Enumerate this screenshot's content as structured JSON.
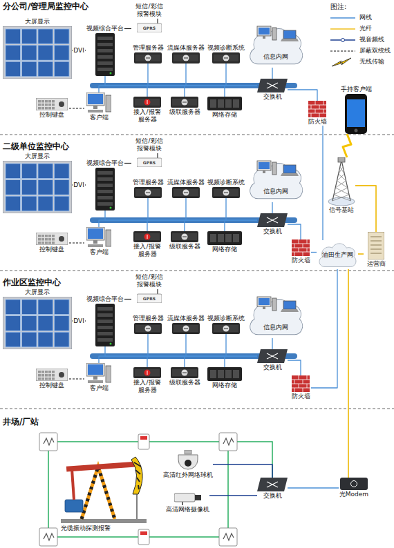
{
  "diagram": {
    "nodes": [
      {
        "text": [
          "分公司/管理局监控中心"
        ]
      },
      {
        "text": [
          "大屏显示"
        ],
        "in": 0
      },
      {
        "text": [
          "视频综合平台"
        ],
        "in": 0
      },
      {
        "text": [
          "短信/彩信 报警模块"
        ],
        "in": 0
      },
      {
        "text": [
          "管理服务器"
        ],
        "in": 0
      },
      {
        "text": [
          "流媒体服务器"
        ],
        "in": 0
      },
      {
        "text": [
          "视频诊断系统"
        ],
        "in": 0
      },
      {
        "text": [
          "信息内网"
        ],
        "in": 0
      },
      {
        "text": [
          "交换机"
        ],
        "in": 0
      },
      {
        "text": [
          "控制键盘"
        ],
        "in": 0
      },
      {
        "text": [
          "客户端"
        ],
        "in": 0
      },
      {
        "text": [
          "接入/报警 服务器"
        ],
        "in": 0
      },
      {
        "text": [
          "级联服务器"
        ],
        "in": 0
      },
      {
        "text": [
          "网络存储"
        ],
        "in": 0
      },
      {
        "text": [
          "防火墙"
        ],
        "in": 0
      },
      {
        "text": [
          "二级单位监控中心"
        ]
      },
      {
        "text": [
          "大屏显示"
        ],
        "in": 15
      },
      {
        "text": [
          "视频综合平台"
        ],
        "in": 15
      },
      {
        "text": [
          "短信/彩信 报警模块"
        ],
        "in": 15
      },
      {
        "text": [
          "管理服务器"
        ],
        "in": 15
      },
      {
        "text": [
          "流媒体服务器"
        ],
        "in": 15
      },
      {
        "text": [
          "视频诊断系统"
        ],
        "in": 15
      },
      {
        "text": [
          "信息内网"
        ],
        "in": 15
      },
      {
        "text": [
          "交换机"
        ],
        "in": 15
      },
      {
        "text": [
          "控制键盘"
        ],
        "in": 15
      },
      {
        "text": [
          "客户端"
        ],
        "in": 15
      },
      {
        "text": [
          "接入/报警 服务器"
        ],
        "in": 15
      },
      {
        "text": [
          "级联服务器"
        ],
        "in": 15
      },
      {
        "text": [
          "网络存储"
        ],
        "in": 15
      },
      {
        "text": [
          "防火墙"
        ],
        "in": 15
      },
      {
        "text": [
          "作业区监控中心"
        ]
      },
      {
        "text": [
          "大屏显示"
        ],
        "in": 30
      },
      {
        "text": [
          "视频综合平台"
        ],
        "in": 30
      },
      {
        "text": [
          "短信/彩信 报警模块"
        ],
        "in": 30
      },
      {
        "text": [
          "管理服务器"
        ],
        "in": 30
      },
      {
        "text": [
          "流媒体服务器"
        ],
        "in": 30
      },
      {
        "text": [
          "视频诊断系统"
        ],
        "in": 30
      },
      {
        "text": [
          "信息内网"
        ],
        "in": 30
      },
      {
        "text": [
          "交换机"
        ],
        "in": 30
      },
      {
        "text": [
          "控制键盘"
        ],
        "in": 30
      },
      {
        "text": [
          "客户端"
        ],
        "in": 30
      },
      {
        "text": [
          "接入/报警 服务器"
        ],
        "in": 30
      },
      {
        "text": [
          "级联服务器"
        ],
        "in": 30
      },
      {
        "text": [
          "网络存储"
        ],
        "in": 30
      },
      {
        "text": [
          "防火墙"
        ],
        "in": 30
      },
      {
        "text": [
          "井场/厂站"
        ]
      },
      {
        "text": [
          "高清红外网络球机"
        ],
        "in": 45
      },
      {
        "text": [
          "高清网络摄像机"
        ],
        "in": 45
      },
      {
        "text": [
          "交换机"
        ],
        "in": 45
      },
      {
        "text": [
          "光Modem"
        ],
        "in": 45
      },
      {
        "text": [
          "手持客户端"
        ]
      },
      {
        "text": [
          "信号基站"
        ]
      },
      {
        "text": [
          "油田生产网"
        ]
      },
      {
        "text": [
          "运营商"
        ]
      }
    ],
    "edges": [
      {
        "from": 1,
        "to": 2,
        "arrow": "none",
        "label": "DVI"
      },
      {
        "from": 2,
        "to": 3,
        "arrow": "none"
      },
      {
        "from": 2,
        "to": 8,
        "arrow": "none"
      },
      {
        "from": 4,
        "to": 8,
        "arrow": "none"
      },
      {
        "from": 5,
        "to": 8,
        "arrow": "none"
      },
      {
        "from": 6,
        "to": 8,
        "arrow": "none"
      },
      {
        "from": 7,
        "to": 8,
        "arrow": "none"
      },
      {
        "from": 9,
        "to": 10,
        "arrow": "none"
      },
      {
        "from": 10,
        "to": 8,
        "arrow": "none"
      },
      {
        "from": 11,
        "to": 8,
        "arrow": "none"
      },
      {
        "from": 12,
        "to": 8,
        "arrow": "none"
      },
      {
        "from": 13,
        "to": 8,
        "arrow": "none"
      },
      {
        "from": 8,
        "to": 14,
        "arrow": "none"
      },
      {
        "from": 14,
        "to": 52,
        "arrow": "none"
      },
      {
        "from": 16,
        "to": 17,
        "arrow": "none",
        "label": "DVI"
      },
      {
        "from": 17,
        "to": 18,
        "arrow": "none"
      },
      {
        "from": 17,
        "to": 23,
        "arrow": "none"
      },
      {
        "from": 19,
        "to": 23,
        "arrow": "none"
      },
      {
        "from": 20,
        "to": 23,
        "arrow": "none"
      },
      {
        "from": 21,
        "to": 23,
        "arrow": "none"
      },
      {
        "from": 22,
        "to": 23,
        "arrow": "none"
      },
      {
        "from": 24,
        "to": 25,
        "arrow": "none"
      },
      {
        "from": 25,
        "to": 23,
        "arrow": "none"
      },
      {
        "from": 26,
        "to": 23,
        "arrow": "none"
      },
      {
        "from": 27,
        "to": 23,
        "arrow": "none"
      },
      {
        "from": 28,
        "to": 23,
        "arrow": "none"
      },
      {
        "from": 23,
        "to": 29,
        "arrow": "none"
      },
      {
        "from": 29,
        "to": 52,
        "arrow": "none"
      },
      {
        "from": 31,
        "to": 32,
        "arrow": "none",
        "label": "DVI"
      },
      {
        "from": 32,
        "to": 33,
        "arrow": "none"
      },
      {
        "from": 32,
        "to": 38,
        "arrow": "none"
      },
      {
        "from": 34,
        "to": 38,
        "arrow": "none"
      },
      {
        "from": 35,
        "to": 38,
        "arrow": "none"
      },
      {
        "from": 36,
        "to": 38,
        "arrow": "none"
      },
      {
        "from": 37,
        "to": 38,
        "arrow": "none"
      },
      {
        "from": 39,
        "to": 40,
        "arrow": "none"
      },
      {
        "from": 40,
        "to": 38,
        "arrow": "none"
      },
      {
        "from": 41,
        "to": 38,
        "arrow": "none"
      },
      {
        "from": 42,
        "to": 38,
        "arrow": "none"
      },
      {
        "from": 43,
        "to": 38,
        "arrow": "none"
      },
      {
        "from": 38,
        "to": 44,
        "arrow": "none"
      },
      {
        "from": 44,
        "to": 52,
        "arrow": "none"
      },
      {
        "from": 46,
        "to": 48,
        "arrow": "none"
      },
      {
        "from": 47,
        "to": 48,
        "arrow": "none"
      },
      {
        "from": 48,
        "to": 49,
        "arrow": "none"
      },
      {
        "from": 52,
        "to": 49,
        "arrow": "none"
      },
      {
        "from": 50,
        "to": 51,
        "arrow": "none"
      },
      {
        "from": 51,
        "to": 53,
        "arrow": "none"
      },
      {
        "from": 53,
        "to": 52,
        "arrow": "none"
      }
    ],
    "labels": [
      "图注:",
      "GPRS",
      "GPRS",
      "GPRS",
      "光缆振动探测报警"
    ],
    "legend": [
      {
        "text": "网线"
      },
      {
        "text": "光纤"
      },
      {
        "text": "视音频线"
      },
      {
        "text": "屏蔽双绞线"
      },
      {
        "text": "无线传输"
      }
    ]
  }
}
